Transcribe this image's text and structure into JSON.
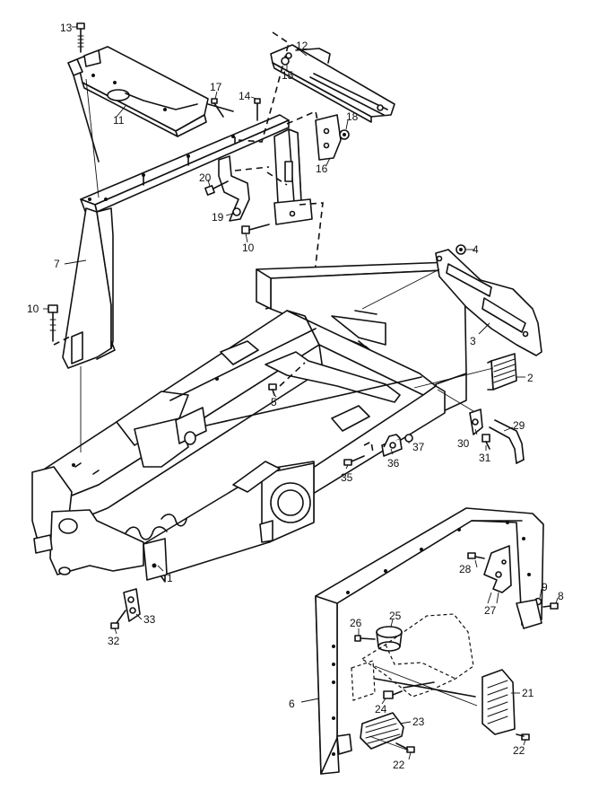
{
  "callouts": [
    {
      "id": "c1",
      "text": "1"
    },
    {
      "id": "c2",
      "text": "2"
    },
    {
      "id": "c3",
      "text": "3"
    },
    {
      "id": "c4",
      "text": "4"
    },
    {
      "id": "c5",
      "text": "5"
    },
    {
      "id": "c6",
      "text": "6"
    },
    {
      "id": "c7",
      "text": "7"
    },
    {
      "id": "c8",
      "text": "8"
    },
    {
      "id": "c9",
      "text": "9"
    },
    {
      "id": "c10a",
      "text": "10"
    },
    {
      "id": "c10b",
      "text": "10"
    },
    {
      "id": "c11",
      "text": "11"
    },
    {
      "id": "c12",
      "text": "12"
    },
    {
      "id": "c13",
      "text": "13"
    },
    {
      "id": "c14",
      "text": "14"
    },
    {
      "id": "c15",
      "text": "15"
    },
    {
      "id": "c16",
      "text": "16"
    },
    {
      "id": "c17",
      "text": "17"
    },
    {
      "id": "c18",
      "text": "18"
    },
    {
      "id": "c19",
      "text": "19"
    },
    {
      "id": "c20",
      "text": "20"
    },
    {
      "id": "c21",
      "text": "21"
    },
    {
      "id": "c22a",
      "text": "22"
    },
    {
      "id": "c22b",
      "text": "22"
    },
    {
      "id": "c23",
      "text": "23"
    },
    {
      "id": "c24",
      "text": "24"
    },
    {
      "id": "c25",
      "text": "25"
    },
    {
      "id": "c26",
      "text": "26"
    },
    {
      "id": "c27",
      "text": "27"
    },
    {
      "id": "c28",
      "text": "28"
    },
    {
      "id": "c29",
      "text": "29"
    },
    {
      "id": "c30",
      "text": "30"
    },
    {
      "id": "c31",
      "text": "31"
    },
    {
      "id": "c32",
      "text": "32"
    },
    {
      "id": "c33",
      "text": "33"
    },
    {
      "id": "c35",
      "text": "35"
    },
    {
      "id": "c36",
      "text": "36"
    },
    {
      "id": "c37",
      "text": "37"
    }
  ]
}
